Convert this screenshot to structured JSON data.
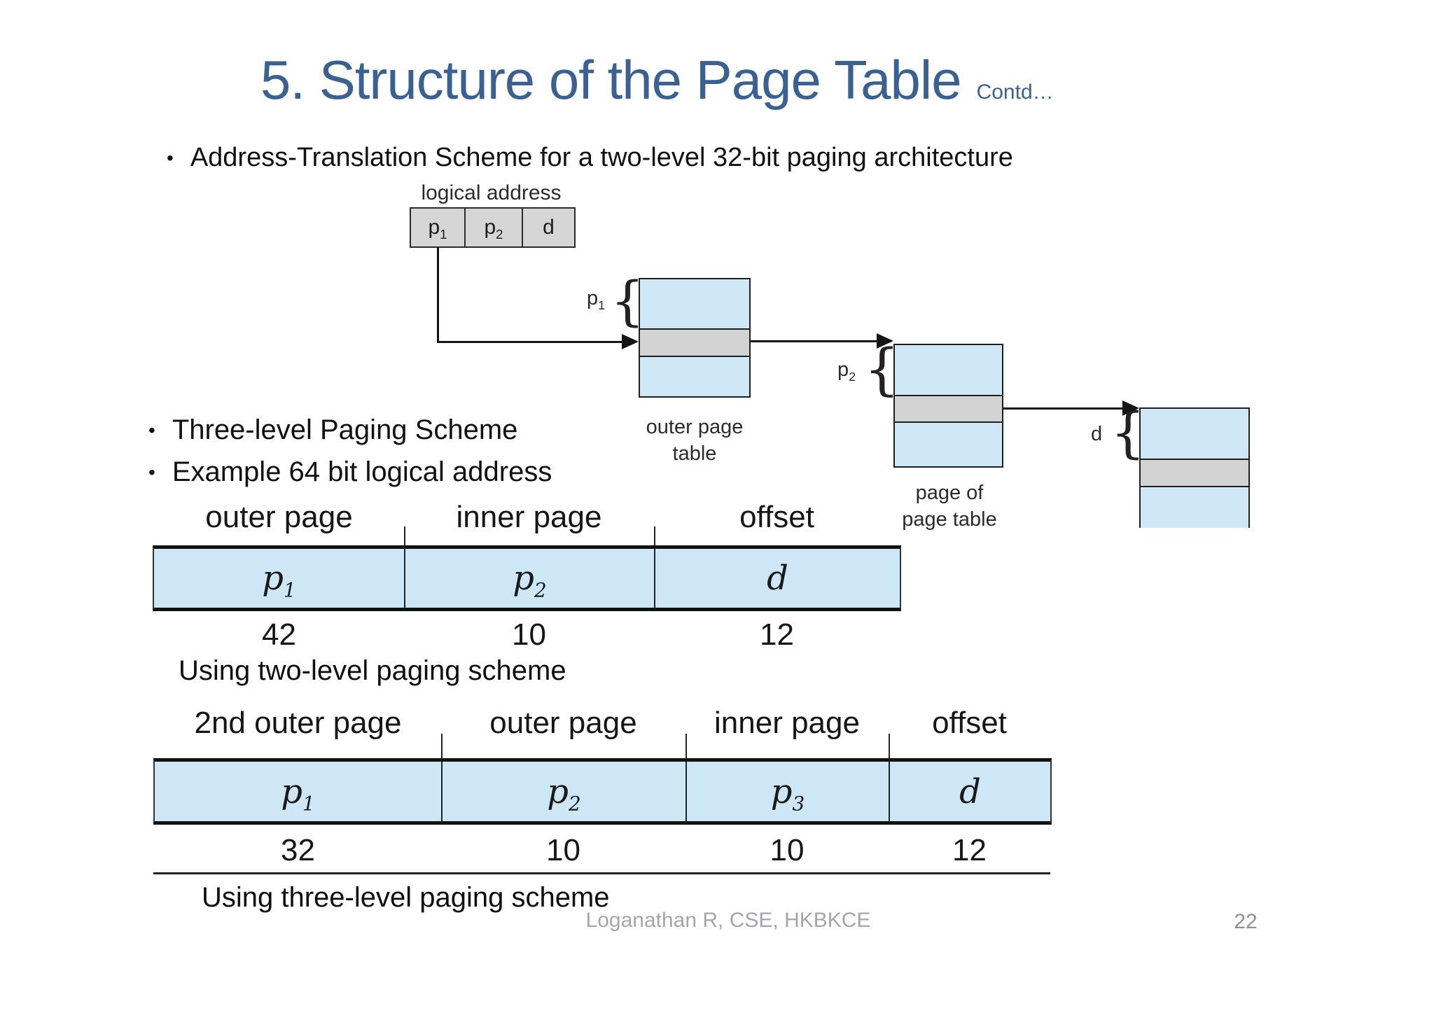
{
  "slide": {
    "title": "5. Structure of the Page Table",
    "title_suffix": "Contd…"
  },
  "bullet_char": "•",
  "bullets": [
    "Address-Translation Scheme for a two-level 32-bit paging architecture",
    "Three-level Paging Scheme",
    "Example 64 bit logical address"
  ],
  "diagram": {
    "logical_address_label": "logical address",
    "logical_cells": [
      {
        "base": "p",
        "sub": "1"
      },
      {
        "base": "p",
        "sub": "2"
      },
      {
        "base": "d",
        "sub": ""
      }
    ],
    "p1_label": {
      "base": "p",
      "sub": "1"
    },
    "p2_label": {
      "base": "p",
      "sub": "2"
    },
    "d_label": {
      "base": "d",
      "sub": ""
    },
    "brace": "{",
    "outer_table_label": [
      "outer page",
      "table"
    ],
    "page_of_label": [
      "page of",
      "page table"
    ]
  },
  "two_level": {
    "headers": [
      "outer page",
      "inner page",
      "offset"
    ],
    "cells": [
      {
        "base": "p",
        "sub": "1"
      },
      {
        "base": "p",
        "sub": "2"
      },
      {
        "base": "d",
        "sub": ""
      }
    ],
    "bits": [
      "42",
      "10",
      "12"
    ],
    "caption": "Using two-level paging scheme"
  },
  "three_level": {
    "headers": [
      "2nd outer page",
      "outer page",
      "inner page",
      "offset"
    ],
    "cells": [
      {
        "base": "p",
        "sub": "1"
      },
      {
        "base": "p",
        "sub": "2"
      },
      {
        "base": "p",
        "sub": "3"
      },
      {
        "base": "d",
        "sub": ""
      }
    ],
    "bits": [
      "32",
      "10",
      "10",
      "12"
    ],
    "caption": "Using  three-level paging scheme"
  },
  "footer": {
    "credit": "Loganathan R, CSE, HKBKCE",
    "page": "22"
  },
  "colors": {
    "title_blue": "#3a6191",
    "diagram_blue": "#cfe8f7",
    "table_blue": "#cde7f6",
    "gray_fill": "#d6d6d6",
    "entry_gray": "#d3d3d3",
    "footer_gray": "#a5a5aa",
    "page_gray": "#8f8f94"
  }
}
